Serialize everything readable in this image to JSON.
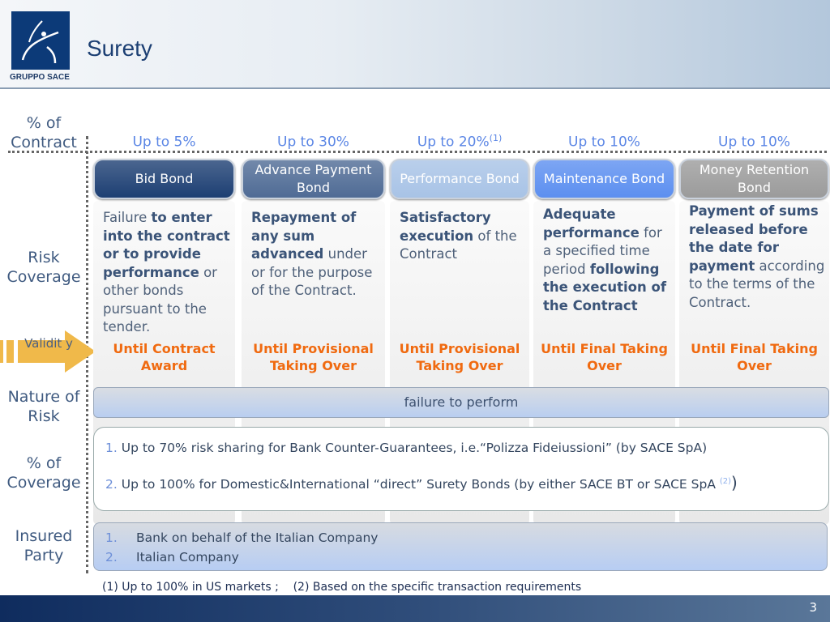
{
  "header": {
    "logo_text": "GRUPPO SACE",
    "title": "Surety"
  },
  "row_labels": {
    "pct_contract": "% of Contract",
    "risk_coverage": "Risk Coverage",
    "validity": "Validit y",
    "nature": "Nature of Risk",
    "pct_coverage": "% of Coverage",
    "insured": "Insured Party"
  },
  "columns": [
    {
      "pct": "Up to 5%",
      "pct_note": "",
      "bond": "Bid Bond",
      "bond_color": "#1d3f73",
      "desc": [
        {
          "t": "Failure ",
          "b": false
        },
        {
          "t": "to enter into the contract or to provide performance",
          "b": true
        },
        {
          "t": " or other bonds pursuant to the tender.",
          "b": false
        }
      ],
      "validity": "Until Contract Award"
    },
    {
      "pct": "Up to 30%",
      "pct_note": "",
      "bond": "Advance Payment Bond",
      "bond_color": "#4f6b95",
      "desc": [
        {
          "t": "Repayment of any sum advanced",
          "b": true
        },
        {
          "t": " under or for the purpose of the Contract.",
          "b": false
        }
      ],
      "validity": "Until Provisional Taking Over"
    },
    {
      "pct": "Up to 20%",
      "pct_note": "(1)",
      "bond": "Performance Bond",
      "bond_color": "#a8c3e6",
      "desc": [
        {
          "t": "Satisfactory execution",
          "b": true
        },
        {
          "t": " of the Contract",
          "b": false
        }
      ],
      "validity": "Until Provisional Taking Over"
    },
    {
      "pct": "Up to 10%",
      "pct_note": "",
      "bond": "Maintenance Bond",
      "bond_color": "#5c8ff0",
      "desc": [
        {
          "t": "Adequate performance",
          "b": true
        },
        {
          "t": " for a specified time period ",
          "b": false
        },
        {
          "t": "following the execution of the Contract",
          "b": true
        }
      ],
      "validity": "Until Final Taking Over"
    },
    {
      "pct": "Up to 10%",
      "pct_note": "",
      "bond": "Money Retention Bond",
      "bond_color": "#9b9b9b",
      "desc": [
        {
          "t": "Payment of sums released before the date for payment",
          "b": true
        },
        {
          "t": " according to the terms of the Contract.",
          "b": false
        }
      ],
      "validity": "Until Final Taking Over"
    }
  ],
  "nature": "failure to perform",
  "coverage": [
    {
      "num": "1.",
      "text": " Up to 70% risk sharing for Bank Counter-Guarantees, i.e.“Polizza Fideiussioni” (by SACE SpA)"
    },
    {
      "num": "2.",
      "text": " Up to 100% for Domestic&International “direct” Surety Bonds (by either SACE BT or SACE SpA ",
      "note": "(2)",
      "close": ")"
    }
  ],
  "insured": [
    {
      "num": "1.",
      "text": "Bank on behalf of the Italian Company"
    },
    {
      "num": "2.",
      "text": "Italian Company"
    }
  ],
  "footnote": "(1) Up to 100% in US markets ;    (2) Based on the specific transaction requirements",
  "page_number": "3",
  "colors": {
    "accent_blue": "#5b86e5",
    "validity_orange": "#f06a10",
    "navy": "#0c3a78"
  }
}
